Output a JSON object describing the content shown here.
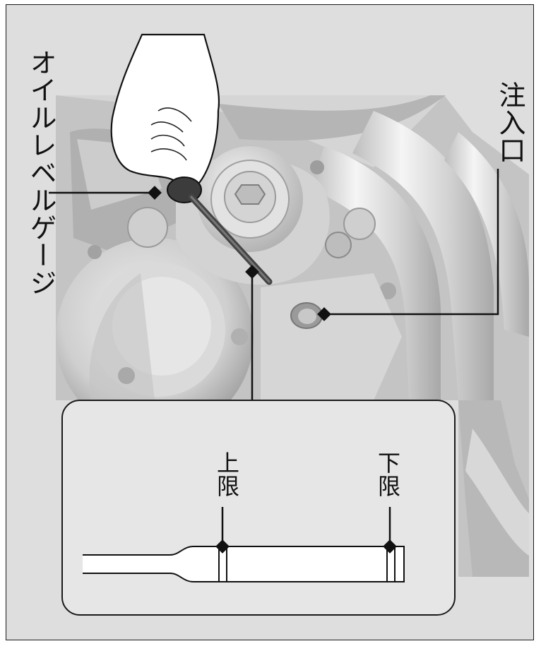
{
  "labels": {
    "oil_level_gauge": "オイルレベルゲージ",
    "oil_filler": "注入口",
    "upper_limit": "上限",
    "lower_limit": "下限"
  },
  "colors": {
    "background": "#dedede",
    "engine_light": "#f2f2f2",
    "engine_mid": "#c9c9c9",
    "engine_dark": "#8c8c8c",
    "line": "#111111"
  }
}
